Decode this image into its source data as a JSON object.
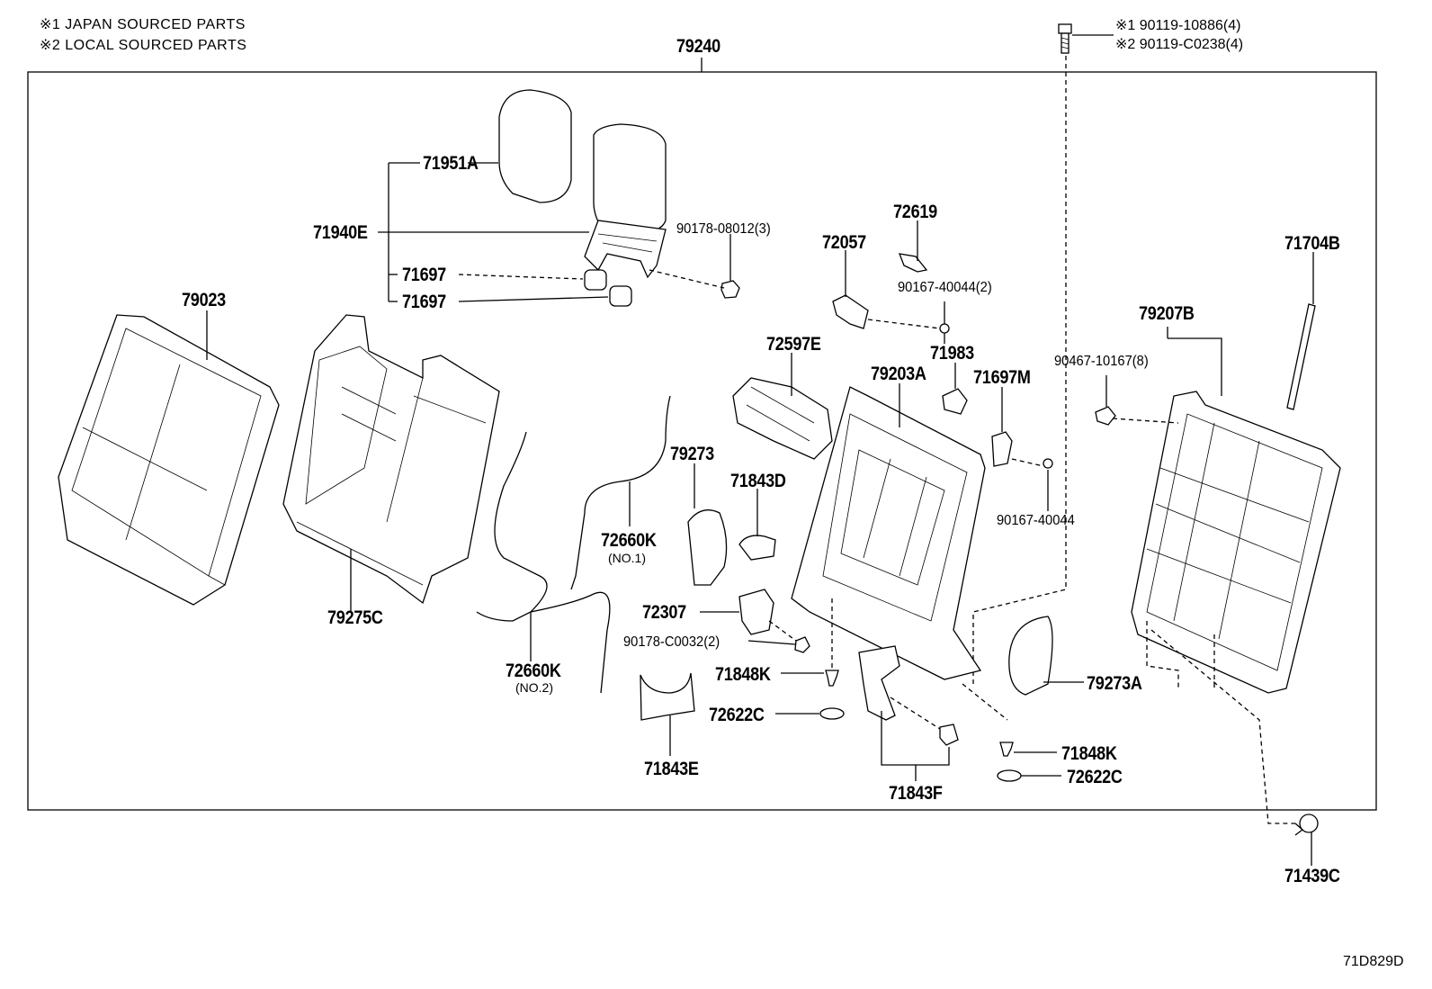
{
  "notes": {
    "line1": "※1 JAPAN SOURCED PARTS",
    "line2": "※2 LOCAL SOURCED PARTS"
  },
  "assembly": {
    "number": "79240"
  },
  "bolt_callout": {
    "line1": "※1 90119-10886(4)",
    "line2": "※2 90119-C0238(4)"
  },
  "labels": {
    "p71951A": "71951A",
    "p71940E": "71940E",
    "p71697_1": "71697",
    "p71697_2": "71697",
    "p90178_08012": "90178-08012(3)",
    "p79023": "79023",
    "p72619": "72619",
    "p72057": "72057",
    "p90167_40044_2": "90167-40044(2)",
    "p71704B": "71704B",
    "p79207B": "79207B",
    "p90467_10167": "90467-10167(8)",
    "p72597E": "72597E",
    "p71983": "71983",
    "p79203A": "79203A",
    "p71697M": "71697M",
    "p79273": "79273",
    "p71843D": "71843D",
    "p90167_40044": "90167-40044",
    "p72660K_1": "72660K",
    "p72660K_1_sub": "(NO.1)",
    "p79275C": "79275C",
    "p72307": "72307",
    "p90178_C0032": "90178-C0032(2)",
    "p72660K_2": "72660K",
    "p72660K_2_sub": "(NO.2)",
    "p71848K_1": "71848K",
    "p72622C_1": "72622C",
    "p71843E": "71843E",
    "p71843F": "71843F",
    "p79273A": "79273A",
    "p71848K_2": "71848K",
    "p72622C_2": "72622C",
    "p71439C": "71439C"
  },
  "diagram_code": "71D829D"
}
